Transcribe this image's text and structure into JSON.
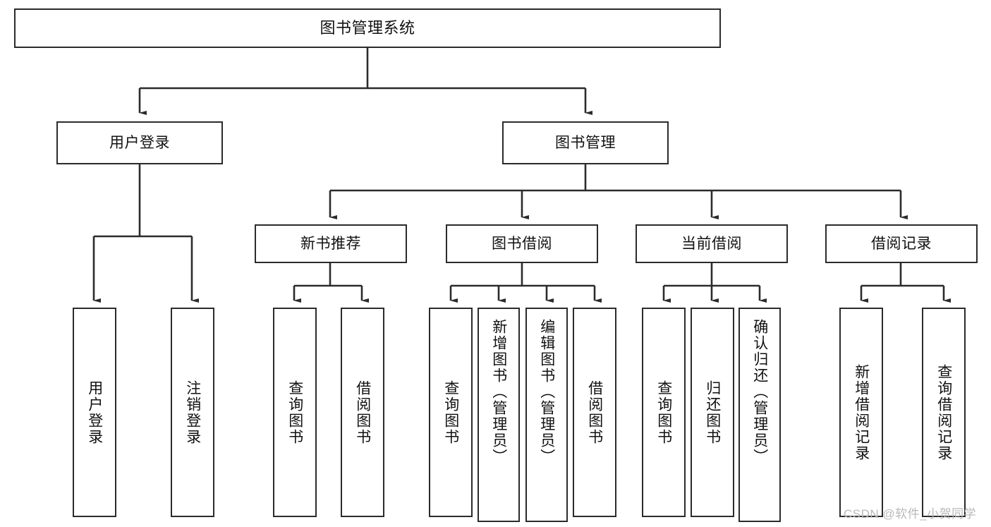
{
  "diagram": {
    "title": "图书管理系统",
    "type": "tree-hierarchy",
    "background_color": "#ffffff",
    "line_color": "#2b2b2b",
    "text_color": "#111111",
    "root": {
      "label": "图书管理系统"
    },
    "level2": [
      {
        "label": "用户登录"
      },
      {
        "label": "图书管理"
      }
    ],
    "level3": [
      {
        "label": "新书推荐"
      },
      {
        "label": "图书借阅"
      },
      {
        "label": "当前借阅"
      },
      {
        "label": "借阅记录"
      }
    ],
    "leaves": {
      "user_login": [
        {
          "label": "用户登录"
        },
        {
          "label": "注销登录"
        }
      ],
      "new_book_recommend": [
        {
          "label": "查询图书"
        },
        {
          "label": "借阅图书"
        }
      ],
      "book_borrow": [
        {
          "label": "查询图书"
        },
        {
          "label": "新增图书（管理员）"
        },
        {
          "label": "编辑图书（管理员）"
        },
        {
          "label": "借阅图书"
        }
      ],
      "current_borrow": [
        {
          "label": "查询图书"
        },
        {
          "label": "归还图书"
        },
        {
          "label": "确认归还（管理员）"
        }
      ],
      "borrow_record": [
        {
          "label": "新增借阅记录"
        },
        {
          "label": "查询借阅记录"
        }
      ]
    },
    "watermark": "CSDN @软件_小贺同学"
  }
}
